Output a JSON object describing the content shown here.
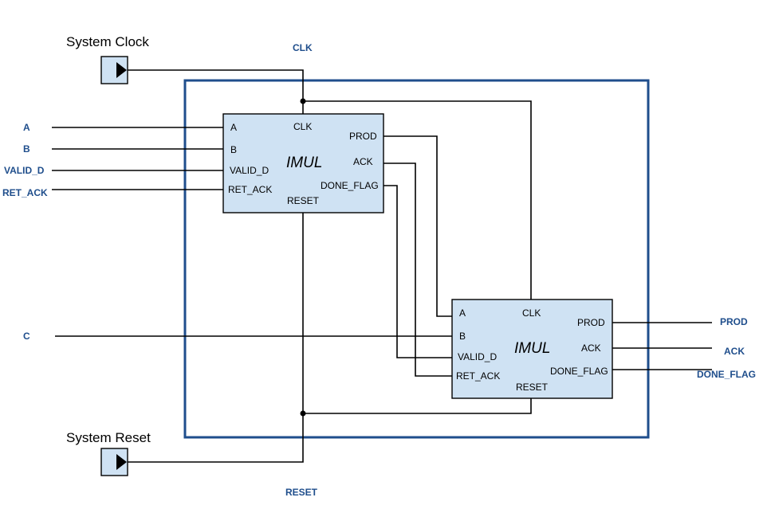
{
  "sources": {
    "clock_label": "System Clock",
    "reset_label": "System Reset"
  },
  "signals": {
    "clk": "CLK",
    "reset": "RESET",
    "a": "A",
    "b": "B",
    "valid_d": "VALID_D",
    "ret_ack": "RET_ACK",
    "c": "C",
    "prod": "PROD",
    "ack": "ACK",
    "done_flag": "DONE_FLAG"
  },
  "block1": {
    "title": "IMUL",
    "ports": {
      "a": "A",
      "b": "B",
      "valid_d": "VALID_D",
      "ret_ack": "RET_ACK",
      "clk": "CLK",
      "reset": "RESET",
      "prod": "PROD",
      "ack": "ACK",
      "done_flag": "DONE_FLAG"
    }
  },
  "block2": {
    "title": "IMUL",
    "ports": {
      "a": "A",
      "b": "B",
      "valid_d": "VALID_D",
      "ret_ack": "RET_ACK",
      "clk": "CLK",
      "reset": "RESET",
      "prod": "PROD",
      "ack": "ACK",
      "done_flag": "DONE_FLAG"
    }
  },
  "colors": {
    "frame": "#1f4e8c",
    "signal_text": "#1f4e8c",
    "block_fill": "#cfe2f3"
  }
}
